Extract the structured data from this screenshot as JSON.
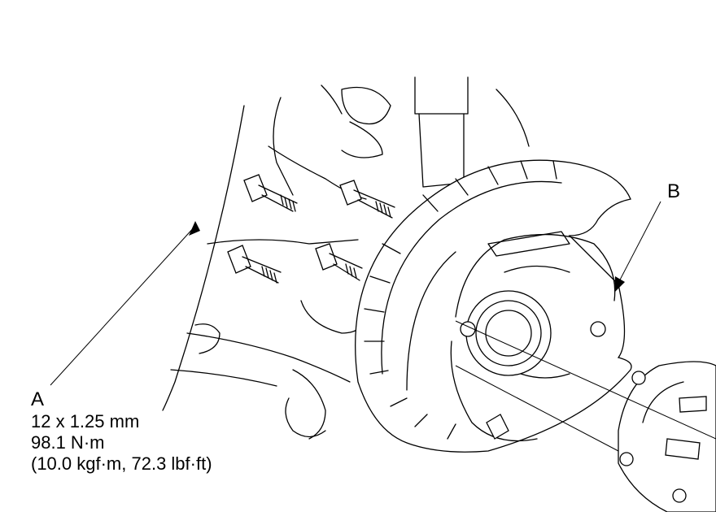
{
  "callouts": {
    "a": {
      "letter": "A",
      "spec_lines": [
        "12 x 1.25 mm",
        "98.1 N·m",
        "(10.0 kgf·m, 72.3 lbf·ft)"
      ]
    },
    "b": {
      "letter": "B"
    }
  },
  "colors": {
    "line": "#000000",
    "background": "#ffffff"
  }
}
